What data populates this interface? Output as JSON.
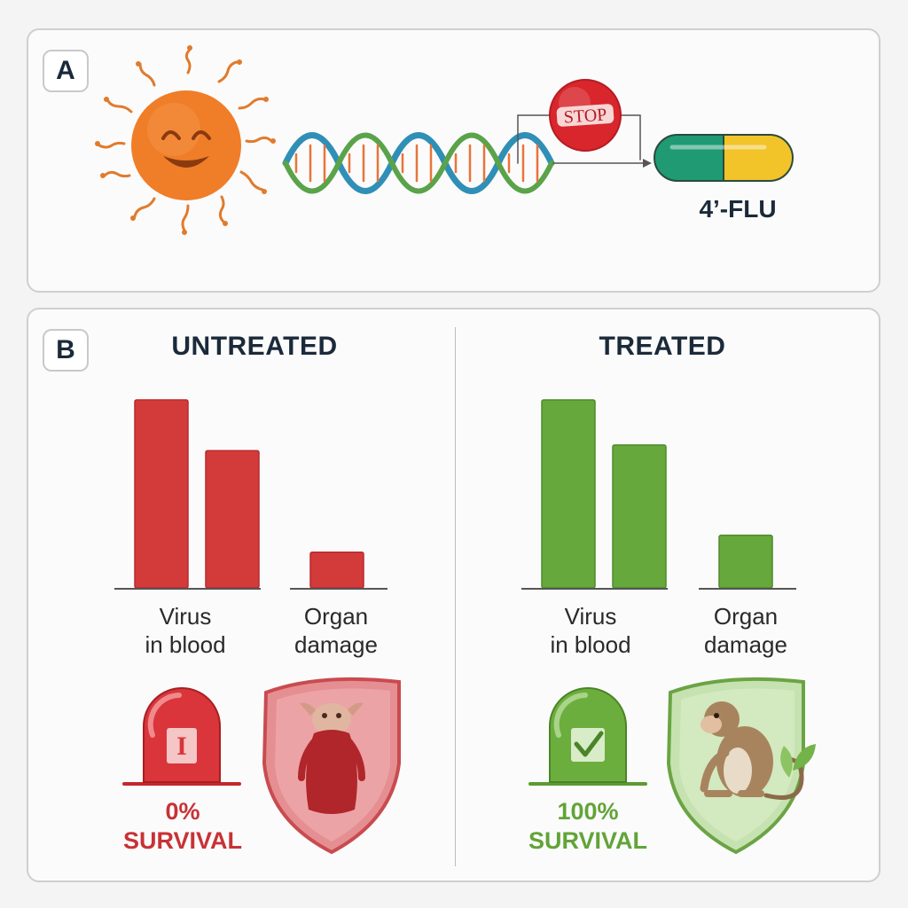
{
  "panel_a": {
    "letter": "A",
    "stop_sign_text": "STOP",
    "drug_label": "4’-FLU"
  },
  "panel_b": {
    "letter": "B",
    "colors": {
      "untreated": "#d33a3a",
      "treated": "#66a83c"
    },
    "groups": [
      {
        "title": "UNTREATED",
        "categories": [
          "Virus in blood",
          "Organ damage"
        ],
        "survival_value": "0%",
        "survival_label": "SURVIVAL"
      },
      {
        "title": "TREATED",
        "categories": [
          "Virus in blood",
          "Organ damage"
        ],
        "survival_value": "100%",
        "survival_label": "SURVIVAL"
      }
    ]
  },
  "chart_data": [
    {
      "type": "bar",
      "title": "UNTREATED",
      "categories": [
        "Virus in blood",
        "Organ damage"
      ],
      "bars": [
        {
          "category": "Virus in blood",
          "value": 100
        },
        {
          "category": "Virus in blood",
          "value": 73
        },
        {
          "category": "Organ damage",
          "value": 19
        }
      ],
      "ylim": [
        0,
        100
      ],
      "grid": false
    },
    {
      "type": "bar",
      "title": "TREATED",
      "categories": [
        "Virus in blood",
        "Organ damage"
      ],
      "bars": [
        {
          "category": "Virus in blood",
          "value": 100
        },
        {
          "category": "Virus in blood",
          "value": 76
        },
        {
          "category": "Organ damage",
          "value": 28
        }
      ],
      "ylim": [
        0,
        100
      ],
      "grid": false
    }
  ]
}
